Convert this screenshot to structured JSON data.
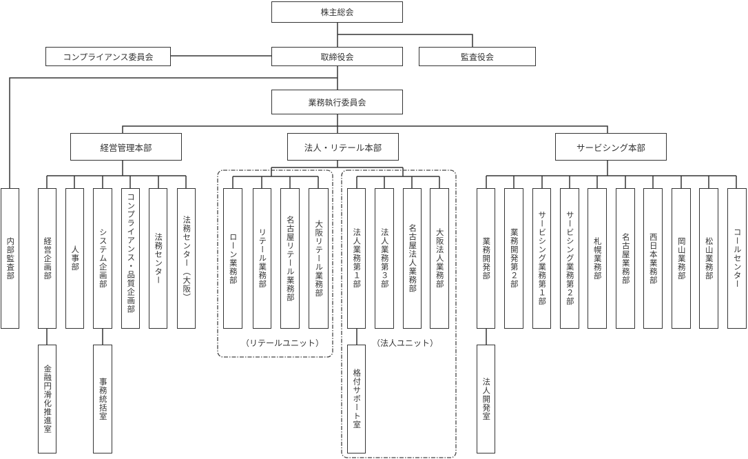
{
  "top": {
    "shareholders": "株主総会",
    "board": "取締役会",
    "compliance_committee": "コンプライアンス委員会",
    "auditors": "監査役会",
    "internal_audit": "内部監査部",
    "executive_committee": "業務執行委員会"
  },
  "divisions": [
    {
      "name": "経営管理本部",
      "departments": [
        "経営企画部",
        "人事部",
        "システム企画部",
        "コンプライアンス・品質企画部",
        "法務センター",
        "法務センター（大阪）"
      ],
      "sub_offices": [
        {
          "parent": "経営企画部",
          "name": "金融円滑化推進室"
        },
        {
          "parent": "システム企画部",
          "name": "事務統括室"
        }
      ]
    },
    {
      "name": "法人・リテール本部",
      "units": [
        {
          "label": "（リテールユニット）",
          "departments": [
            "ローン業務部",
            "リテール業務部",
            "名古屋リテール業務部",
            "大阪リテール業務部"
          ]
        },
        {
          "label": "（法人ユニット）",
          "departments": [
            "法人業務第１部",
            "法人業務第３部",
            "名古屋法人業務部",
            "大阪法人業務部"
          ],
          "sub_offices": [
            {
              "parent": "法人業務第１部",
              "name": "格付サポート室"
            }
          ]
        }
      ]
    },
    {
      "name": "サービシング本部",
      "departments": [
        "業務開発部",
        "業務開発第２部",
        "サービシング業務第１部",
        "サービシング業務第２部",
        "札幌業務部",
        "名古屋業務部",
        "西日本業務部",
        "岡山業務部",
        "松山業務部",
        "コールセンター"
      ],
      "sub_offices": [
        {
          "parent": "業務開発部",
          "name": "法人開発室"
        }
      ]
    }
  ]
}
